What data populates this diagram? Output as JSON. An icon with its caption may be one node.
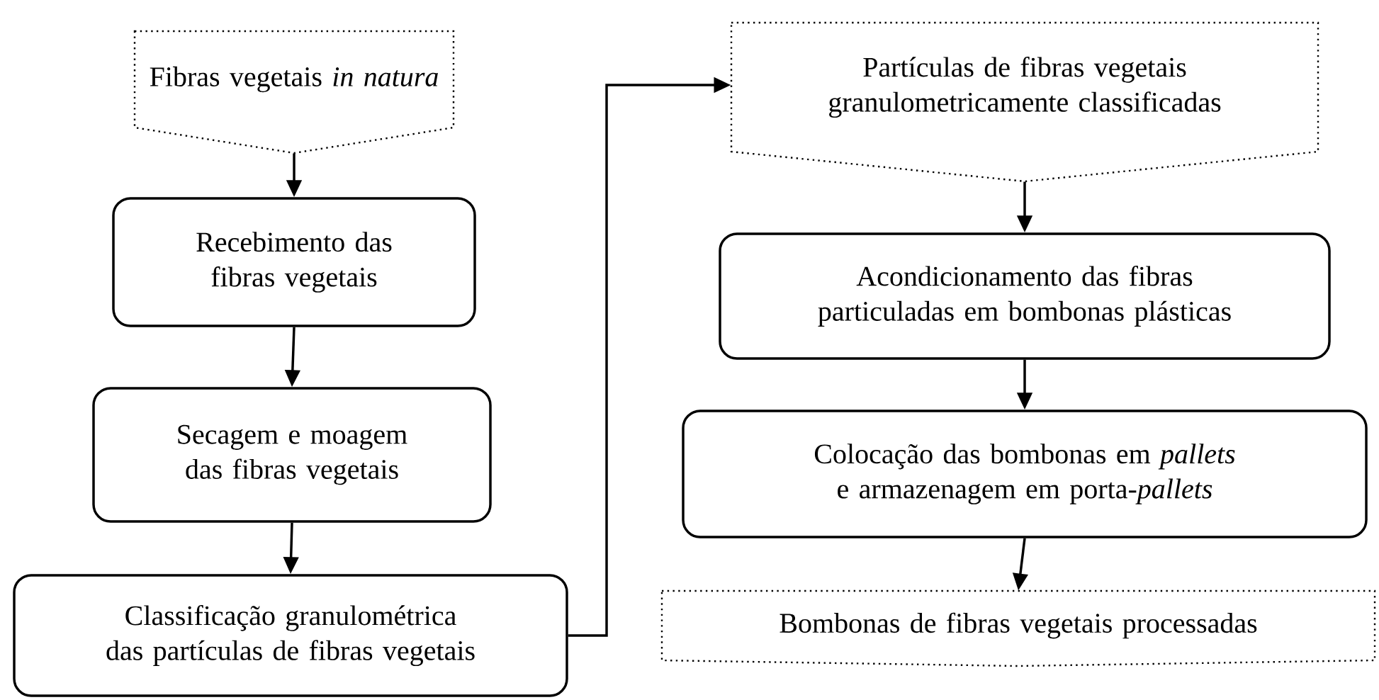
{
  "diagram": {
    "nodes": [
      {
        "text": [
          "Fibras vegetais *in natura*"
        ]
      },
      {
        "text": [
          "Recebimento das fibras vegetais"
        ]
      },
      {
        "text": [
          "Secagem e moagem das fibras vegetais"
        ]
      },
      {
        "text": [
          "Classificação granulométrica das partículas de fibras vegetais"
        ]
      },
      {
        "text": [
          "Partículas de fibras vegetais granulometricamente classificadas"
        ]
      },
      {
        "text": [
          "Acondicionamento das fibras particuladas em bombonas plásticas"
        ]
      },
      {
        "text": [
          "Colocação das bombonas em *pallets* e armazenagem em porta-*pallets*"
        ]
      },
      {
        "text": [
          "Bombonas de fibras vegetais processadas"
        ]
      }
    ],
    "edges": [
      {
        "from": 0,
        "to": 1,
        "arrow": "to"
      },
      {
        "from": 1,
        "to": 2,
        "arrow": "to"
      },
      {
        "from": 2,
        "to": 3,
        "arrow": "to"
      },
      {
        "from": 3,
        "to": 4,
        "arrow": "to"
      },
      {
        "from": 4,
        "to": 5,
        "arrow": "to"
      },
      {
        "from": 5,
        "to": 6,
        "arrow": "to"
      },
      {
        "from": 6,
        "to": 7,
        "arrow": "to"
      }
    ]
  }
}
